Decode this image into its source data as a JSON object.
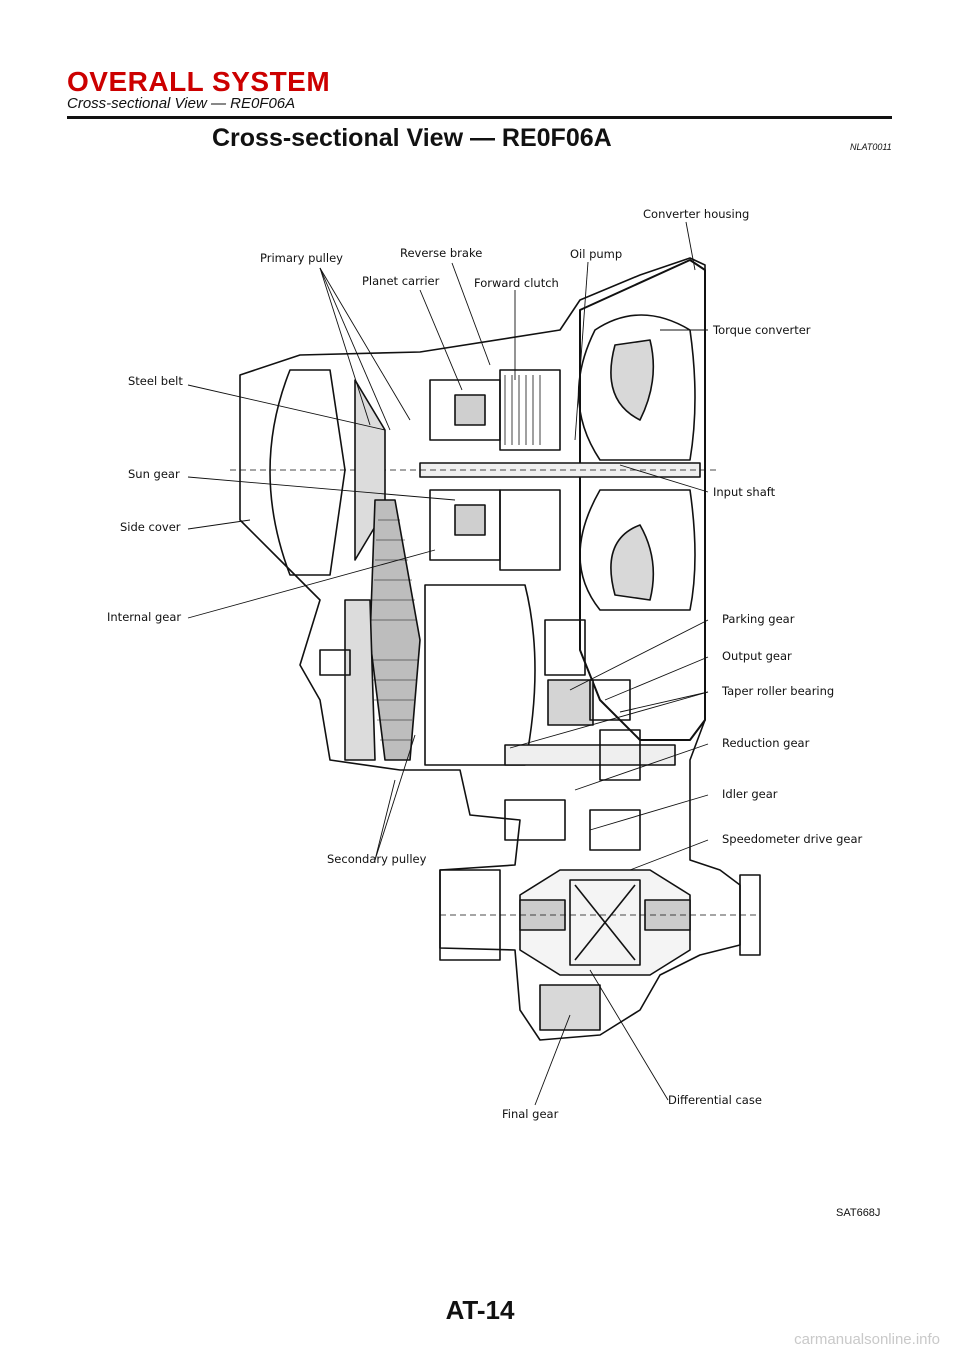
{
  "header": {
    "section": "OVERALL SYSTEM",
    "subsection": "Cross-sectional View — RE0F06A"
  },
  "title": "Cross-sectional View — RE0F06A",
  "ref_code": "NLAT0011",
  "labels": {
    "converter_housing": "Converter housing",
    "primary_pulley": "Primary pulley",
    "reverse_brake": "Reverse brake",
    "oil_pump": "Oil pump",
    "planet_carrier": "Planet carrier",
    "forward_clutch": "Forward clutch",
    "torque_converter": "Torque converter",
    "steel_belt": "Steel belt",
    "sun_gear": "Sun gear",
    "input_shaft": "Input shaft",
    "side_cover": "Side cover",
    "internal_gear": "Internal gear",
    "parking_gear": "Parking gear",
    "output_gear": "Output gear",
    "taper_roller_bearing": "Taper roller bearing",
    "reduction_gear": "Reduction gear",
    "idler_gear": "Idler gear",
    "speedometer_drive_gear": "Speedometer drive gear",
    "secondary_pulley": "Secondary pulley",
    "final_gear": "Final gear",
    "differential_case": "Differential case"
  },
  "figure_code": "SAT668J",
  "page_number": "AT-14",
  "watermark": "carmanualsonline.info"
}
